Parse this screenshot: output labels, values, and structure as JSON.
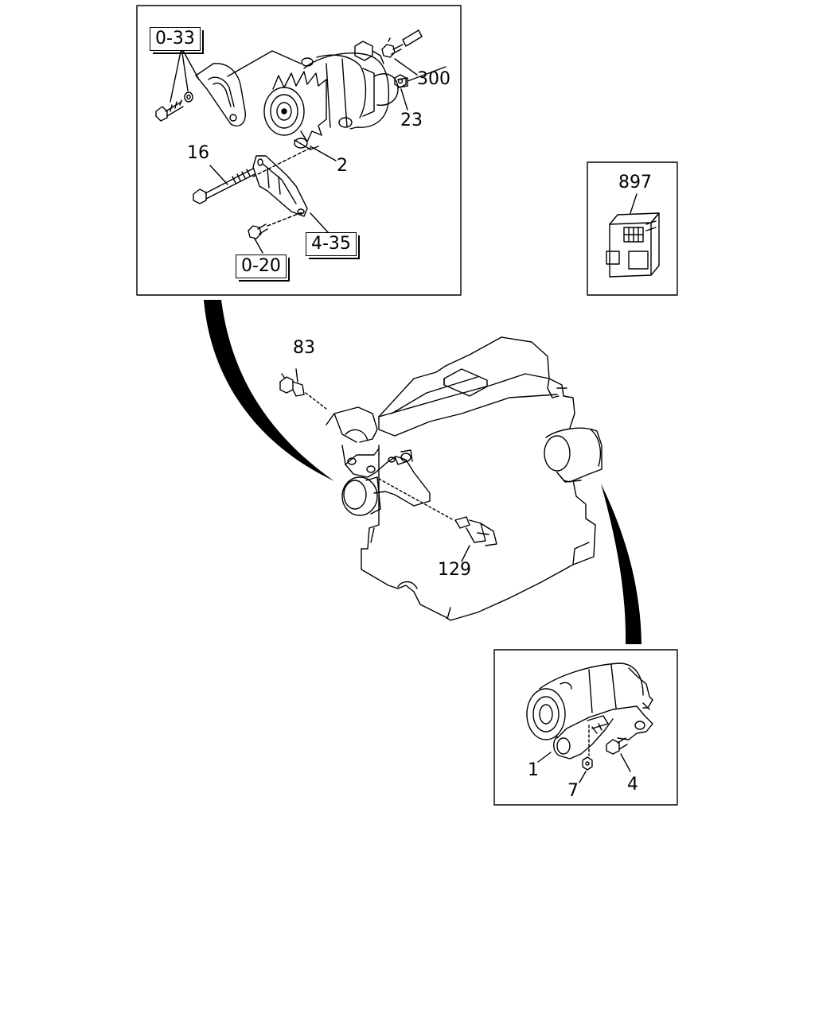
{
  "callouts": {
    "c300": "300",
    "c23": "23",
    "c2": "2",
    "c16": "16",
    "c897": "897",
    "c83": "83",
    "c129": "129",
    "c1": "1",
    "c7": "7",
    "c4": "4"
  },
  "references": {
    "r0_33": "0-33",
    "r4_35": "4-35",
    "r0_20": "0-20"
  }
}
